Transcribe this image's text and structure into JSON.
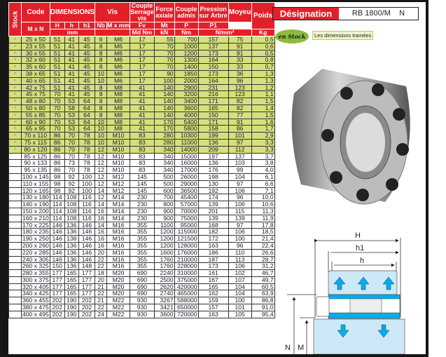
{
  "header": {
    "stock": "Stock",
    "code": "Code",
    "code_sub": "M x N",
    "dimensions": "DIMENSIONS",
    "H": "H",
    "h": "h",
    "h1": "h1",
    "mm": "mm",
    "vis": "Vis",
    "nb": "Nb",
    "mxmm": "M x mm",
    "couple_serrage": "Couple Serrage vis",
    "md_nm": "Md Nm",
    "force_axiale": "Force axiale",
    "fv": "Fv",
    "kn": "kN",
    "couple_admis": "Couple admis",
    "mt": "Mt",
    "nm": "Nm",
    "pression": "Pression sur Arbre",
    "p": "P",
    "moyeu": "Moyeu",
    "p1": "P1",
    "nmm2": "N/mm²",
    "poids": "Poids",
    "kg": "Kg"
  },
  "colors": {
    "red": "#e3202a",
    "green": "#d5e07c",
    "blue": "#00aeef",
    "light_blue": "#cde9f8"
  },
  "stock_marker": "○",
  "rows": [
    [
      "25 x 50",
      "51",
      "41",
      "45",
      "6",
      "M6",
      "17",
      "55",
      "700",
      "157",
      "75",
      "0,5",
      true
    ],
    [
      "23 x 55",
      "51",
      "41",
      "45",
      "8",
      "M6",
      "17",
      "70",
      "1000",
      "137",
      "91",
      "0,6",
      true
    ],
    [
      "30 x 55",
      "51",
      "41",
      "45",
      "8",
      "M6",
      "17",
      "70",
      "1200",
      "173",
      "91",
      "0,5",
      true
    ],
    [
      "32 x 60",
      "51",
      "41",
      "45",
      "8",
      "M6",
      "17",
      "70",
      "1300",
      "164",
      "33",
      "0,8",
      true
    ],
    [
      "35 x 60",
      "51",
      "41",
      "45",
      "8",
      "M6",
      "17",
      "70",
      "1400",
      "150",
      "33",
      "0,7",
      true
    ],
    [
      "38 x 65",
      "51",
      "41",
      "45",
      "10",
      "M6",
      "17",
      "90",
      "1850",
      "173",
      "36",
      "1,3",
      true
    ],
    [
      "40 x 65",
      "51",
      "41",
      "45",
      "10",
      "M6",
      "17",
      "100",
      "2000",
      "164",
      "96",
      "1,3",
      true
    ],
    [
      "42 x 75",
      "51",
      "41",
      "45",
      "8",
      "M8",
      "41",
      "140",
      "2900",
      "231",
      "123",
      "1,2",
      true
    ],
    [
      "45 x 75",
      "70",
      "41",
      "45",
      "8",
      "M8",
      "41",
      "140",
      "3200",
      "216",
      "123",
      "1,1",
      true
    ],
    [
      "48 x 80",
      "70",
      "53",
      "64",
      "8",
      "M8",
      "41",
      "140",
      "3400",
      "171",
      "82",
      "1,5",
      true
    ],
    [
      "50 x 80",
      "70",
      "58",
      "64",
      "8",
      "M8",
      "41",
      "140",
      "3600",
      "165",
      "82",
      "1,4",
      true
    ],
    [
      "55 x 85",
      "70",
      "53",
      "64",
      "8",
      "M8",
      "41",
      "140",
      "4000",
      "150",
      "77",
      "1,5",
      true
    ],
    [
      "60 x 90",
      "70",
      "53",
      "64",
      "10",
      "M8",
      "41",
      "170",
      "5400",
      "171",
      "91",
      "1,6",
      true
    ],
    [
      "65 x 95",
      "70",
      "53",
      "64",
      "10",
      "M8",
      "41",
      "170",
      "5800",
      "158",
      "86",
      "1,7",
      true
    ],
    [
      "70 x 110",
      "86",
      "70",
      "78",
      "10",
      "M10",
      "83",
      "280",
      "10300",
      "199",
      "101",
      "2,9",
      true
    ],
    [
      "75 x 115",
      "86",
      "70",
      "78",
      "10",
      "M10",
      "83",
      "280",
      "11000",
      "136",
      "97",
      "3,3",
      true
    ],
    [
      "80 x 120",
      "86",
      "70",
      "78",
      "12",
      "M10",
      "83",
      "340",
      "14000",
      "209",
      "112",
      "3,3",
      true
    ],
    [
      "85 x 125",
      "86",
      "70",
      "78",
      "12",
      "M10",
      "83",
      "340",
      "15000",
      "197",
      "137",
      "3,7",
      false
    ],
    [
      "90 x 133",
      "86",
      "73",
      "78",
      "12",
      "M10",
      "83",
      "340",
      "16000",
      "136",
      "103",
      "3,8",
      false
    ],
    [
      "95 x 135",
      "86",
      "70",
      "78",
      "12",
      "M10",
      "83",
      "340",
      "17000",
      "176",
      "99",
      "4,0",
      false
    ],
    [
      "100 x 145",
      "98",
      "92",
      "100",
      "12",
      "M12",
      "145",
      "500",
      "26000",
      "198",
      "104",
      "6,1",
      false
    ],
    [
      "110 x 155",
      "98",
      "92",
      "100",
      "12",
      "M12",
      "145",
      "500",
      "29000",
      "130",
      "97",
      "6,6",
      false
    ],
    [
      "120 x 165",
      "98",
      "92",
      "100",
      "14",
      "M12",
      "145",
      "600",
      "36500",
      "192",
      "106",
      "7,1",
      false
    ],
    [
      "130 x 180",
      "114",
      "108",
      "116",
      "12",
      "M14",
      "230",
      "700",
      "45400",
      "174",
      "96",
      "10,0",
      false
    ],
    [
      "140 x 190",
      "114",
      "108",
      "116",
      "14",
      "M14",
      "230",
      "800",
      "57000",
      "139",
      "106",
      "10,6",
      false
    ],
    [
      "150 x 200",
      "114",
      "108",
      "116",
      "16",
      "M14",
      "230",
      "900",
      "70000",
      "201",
      "115",
      "11,3",
      false
    ],
    [
      "160 x 210",
      "114",
      "108",
      "116",
      "16",
      "M14",
      "230",
      "900",
      "75000",
      "139",
      "139",
      "11,9",
      false
    ],
    [
      "170 x 225",
      "146",
      "136",
      "146",
      "14",
      "M16",
      "355",
      "1100",
      "95000",
      "168",
      "97",
      "17,8",
      false
    ],
    [
      "180 x 235",
      "146",
      "136",
      "146",
      "16",
      "M16",
      "355",
      "1200",
      "115000",
      "182",
      "106",
      "18,5",
      false
    ],
    [
      "190 x 250",
      "146",
      "138",
      "146",
      "16",
      "M16",
      "355",
      "1200",
      "121500",
      "172",
      "100",
      "21,4",
      false
    ],
    [
      "200 x 260",
      "146",
      "136",
      "146",
      "16",
      "M16",
      "355",
      "1200",
      "128000",
      "163",
      "96",
      "22,4",
      false
    ],
    [
      "220 x 285",
      "146",
      "136",
      "146",
      "20",
      "M16",
      "355",
      "1600",
      "176000",
      "186",
      "110",
      "26,6",
      false
    ],
    [
      "240 x 305",
      "146",
      "136",
      "146",
      "22",
      "M16",
      "355",
      "1760",
      "210000",
      "187",
      "113",
      "28,7",
      false
    ],
    [
      "260 x 325",
      "150",
      "136",
      "148",
      "22",
      "M16",
      "355",
      "1760",
      "228000",
      "173",
      "106",
      "31,2",
      false
    ],
    [
      "280 x 355",
      "177",
      "165",
      "177",
      "18",
      "M20",
      "690",
      "2240",
      "310000",
      "161",
      "102",
      "46,7",
      false
    ],
    [
      "300 x 375",
      "177",
      "165",
      "177",
      "20",
      "M20",
      "690",
      "2500",
      "375000",
      "167",
      "107",
      "49,7",
      false
    ],
    [
      "320 x 405",
      "177",
      "165",
      "177",
      "21",
      "M20",
      "690",
      "2620",
      "420000",
      "165",
      "104",
      "60,5",
      false
    ],
    [
      "340 x 425",
      "177",
      "165",
      "177",
      "22",
      "M20",
      "690",
      "2740",
      "465000",
      "162",
      "104",
      "63,9",
      false
    ],
    [
      "360 x 455",
      "202",
      "190",
      "202",
      "21",
      "M22",
      "930",
      "3267",
      "588000",
      "159",
      "100",
      "86,8",
      false
    ],
    [
      "380 x 475",
      "202",
      "190",
      "202",
      "22",
      "M22",
      "930",
      "3421",
      "650000",
      "157",
      "101",
      "91,0",
      false
    ],
    [
      "400 x 495",
      "202",
      "190",
      "202",
      "24",
      "M22",
      "930",
      "3600",
      "720000",
      "163",
      "105",
      "95,4",
      false
    ]
  ],
  "designation": {
    "label": "Désignation",
    "value": "RB 1800/M    N"
  },
  "en_stock": "en Stock",
  "dimensions_note": "Les dimensions tramées",
  "diagram": {
    "H": "H",
    "h1": "h1",
    "h": "h",
    "N": "N",
    "M": "M"
  }
}
